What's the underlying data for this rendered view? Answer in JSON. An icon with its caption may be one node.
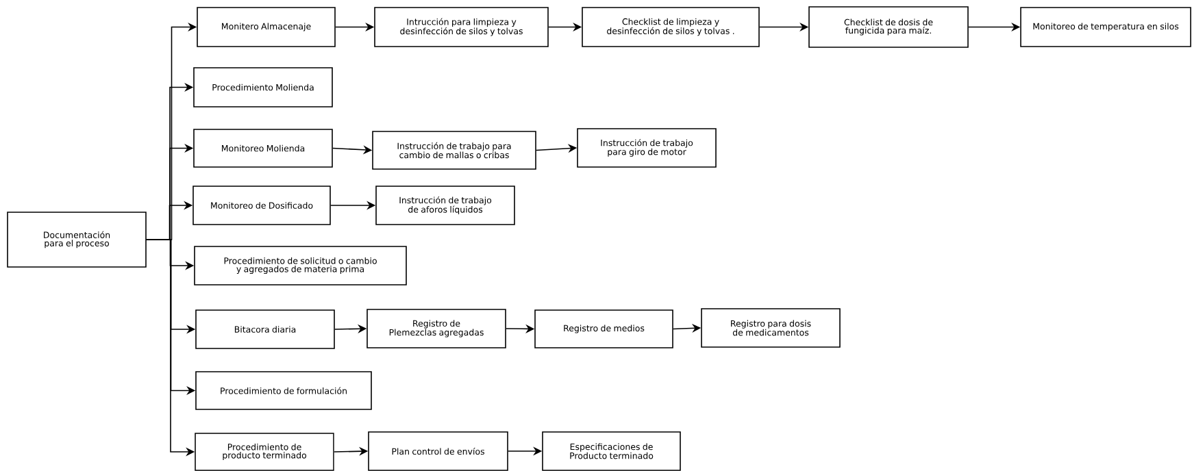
{
  "diagram": {
    "nodes": [
      {
        "text": [
          "Documentación para el proceso"
        ]
      },
      {
        "text": [
          "Monitero Almacenaje"
        ]
      },
      {
        "text": [
          "Intrucción para limpieza y desinfección de silos y tolvas"
        ]
      },
      {
        "text": [
          "Checklist de limpieza y desinfección de silos y tolvas ."
        ]
      },
      {
        "text": [
          "Checklist de dosis de fungicida para maíz."
        ]
      },
      {
        "text": [
          "Monitoreo de temperatura en silos"
        ]
      },
      {
        "text": [
          "Procedimiento Molienda"
        ]
      },
      {
        "text": [
          "Monitoreo Molienda"
        ]
      },
      {
        "text": [
          "Instrucción de trabajo para cambio de mallas o cribas"
        ]
      },
      {
        "text": [
          "Instrucción de trabajo para giro de motor"
        ]
      },
      {
        "text": [
          "Monitoreo de Dosificado"
        ]
      },
      {
        "text": [
          "Instrucción de trabajo de aforos líquidos"
        ]
      },
      {
        "text": [
          "Procedimiento de solicitud o cambio y agregados de materia prima"
        ]
      },
      {
        "text": [
          "Bitacora diaria"
        ]
      },
      {
        "text": [
          "Registro de Plemezclas agregadas"
        ]
      },
      {
        "text": [
          "Registro de medios"
        ]
      },
      {
        "text": [
          "Registro para dosis de medicamentos"
        ]
      },
      {
        "text": [
          "Procedimiento de formulación"
        ]
      },
      {
        "text": [
          "Procedimiento de producto terminado"
        ]
      },
      {
        "text": [
          "Plan control de envíos"
        ]
      },
      {
        "text": [
          "Especificaciones de Producto terminado"
        ]
      }
    ],
    "edges": [
      {
        "from": 0,
        "to": 1,
        "arrow": "to"
      },
      {
        "from": 0,
        "to": 6,
        "arrow": "to"
      },
      {
        "from": 0,
        "to": 7,
        "arrow": "to"
      },
      {
        "from": 0,
        "to": 10,
        "arrow": "to"
      },
      {
        "from": 0,
        "to": 12,
        "arrow": "to"
      },
      {
        "from": 0,
        "to": 13,
        "arrow": "to"
      },
      {
        "from": 0,
        "to": 17,
        "arrow": "to"
      },
      {
        "from": 0,
        "to": 18,
        "arrow": "to"
      },
      {
        "from": 1,
        "to": 2,
        "arrow": "to"
      },
      {
        "from": 2,
        "to": 3,
        "arrow": "to"
      },
      {
        "from": 3,
        "to": 4,
        "arrow": "to"
      },
      {
        "from": 4,
        "to": 5,
        "arrow": "to"
      },
      {
        "from": 7,
        "to": 8,
        "arrow": "to"
      },
      {
        "from": 8,
        "to": 9,
        "arrow": "to"
      },
      {
        "from": 10,
        "to": 11,
        "arrow": "to"
      },
      {
        "from": 13,
        "to": 14,
        "arrow": "to"
      },
      {
        "from": 14,
        "to": 15,
        "arrow": "to"
      },
      {
        "from": 15,
        "to": 16,
        "arrow": "to"
      },
      {
        "from": 18,
        "to": 19,
        "arrow": "to"
      },
      {
        "from": 19,
        "to": 20,
        "arrow": "to"
      }
    ]
  }
}
